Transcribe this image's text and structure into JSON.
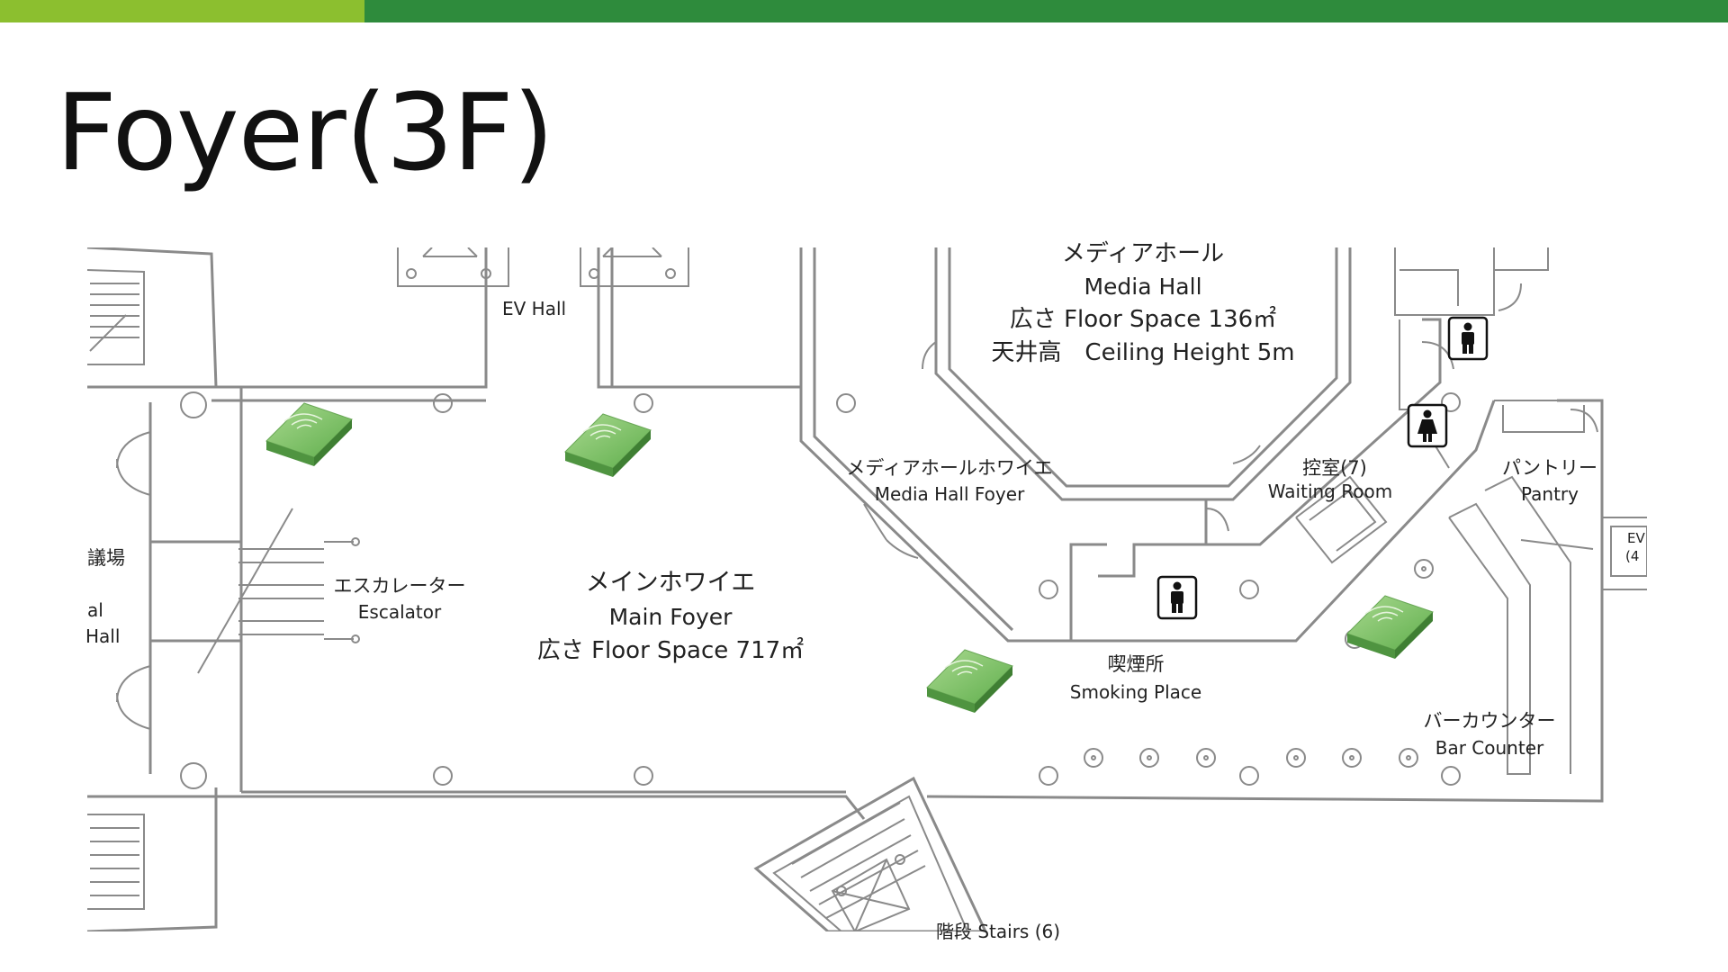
{
  "colors": {
    "bar_light": "#8cbf2f",
    "bar_dark": "#2e8b3c",
    "wall": "#8a8a8a",
    "wifi_tile": "#7cbf6a"
  },
  "page": {
    "title": "Foyer(3F)"
  },
  "map": {
    "labels": {
      "ev_hall": "EV Hall",
      "media_hall_jp": "メディアホール",
      "media_hall_en": "Media Hall",
      "media_hall_area": "広さ Floor Space 136㎡",
      "media_hall_ceiling": "天井高　Ceiling Height 5m",
      "media_foyer_jp": "メディアホールホワイエ",
      "media_foyer_en": "Media Hall Foyer",
      "waiting_jp": "控室(7)",
      "waiting_en": "Waiting Room",
      "pantry_jp": "パントリー",
      "pantry_en": "Pantry",
      "escalator_jp": "エスカレーター",
      "escalator_en": "Escalator",
      "main_foyer_jp": "メインホワイエ",
      "main_foyer_en": "Main Foyer",
      "main_foyer_area": "広さ Floor Space 717㎡",
      "smoking_jp": "喫煙所",
      "smoking_en": "Smoking Place",
      "bar_jp": "バーカウンター",
      "bar_en": "Bar Counter",
      "stairs": "階段 Stairs (6)",
      "left_jp": "議場",
      "left_en1": "al",
      "left_en2": "Hall",
      "ev_right1": "EV",
      "ev_right2": "(4"
    },
    "icons": {
      "wifi": "wifi-spot-icon",
      "restroom_men": "restroom-men-icon",
      "restroom_women": "restroom-women-icon"
    }
  }
}
